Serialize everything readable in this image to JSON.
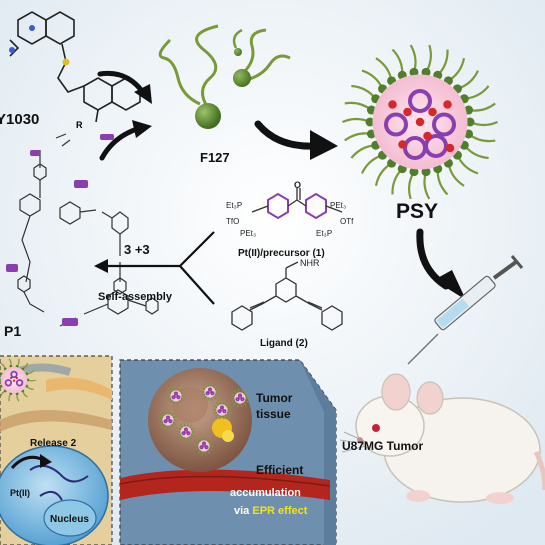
{
  "labels": {
    "molecule_code": "Y1030",
    "polymer": "F127",
    "nanoparticle": "PSY",
    "ratio": "3 +3",
    "self_assembly": "Self-assembly",
    "precursor": "Pt(II)/precursor (1)",
    "ligand": "Ligand (2)",
    "metallacycle": "P1",
    "release": "Release 2",
    "platinum": "Pt(II)",
    "nucleus": "Nucleus",
    "tumor_tissue_line1": "Tumor",
    "tumor_tissue_line2": "tissue",
    "tumor_model": "U87MG Tumor",
    "efficient": "Efficient",
    "accumulation": "accumulation",
    "via": "via ",
    "epr_effect": "EPR effect",
    "nhr": "NHR",
    "carbonyl_o": "O",
    "r_group": "R",
    "pet3_a": "Et₃P",
    "pet3_b": "PEt₃",
    "tfo_a": "TfO",
    "otf_b": "OTf",
    "pet3_c": "PEt₃",
    "pet3_d": "Et₃P"
  },
  "colors": {
    "accent_green": "#7a9a3a",
    "ring_purple": "#8a3fb0",
    "core_red": "#d9262b",
    "epr_yellow": "#f2e21a",
    "vessel_red": "#b3261e",
    "cell_blue": "#5aa5d6",
    "dark_panel": "#6f8fae",
    "bg_blue": "#e9f1f7"
  }
}
